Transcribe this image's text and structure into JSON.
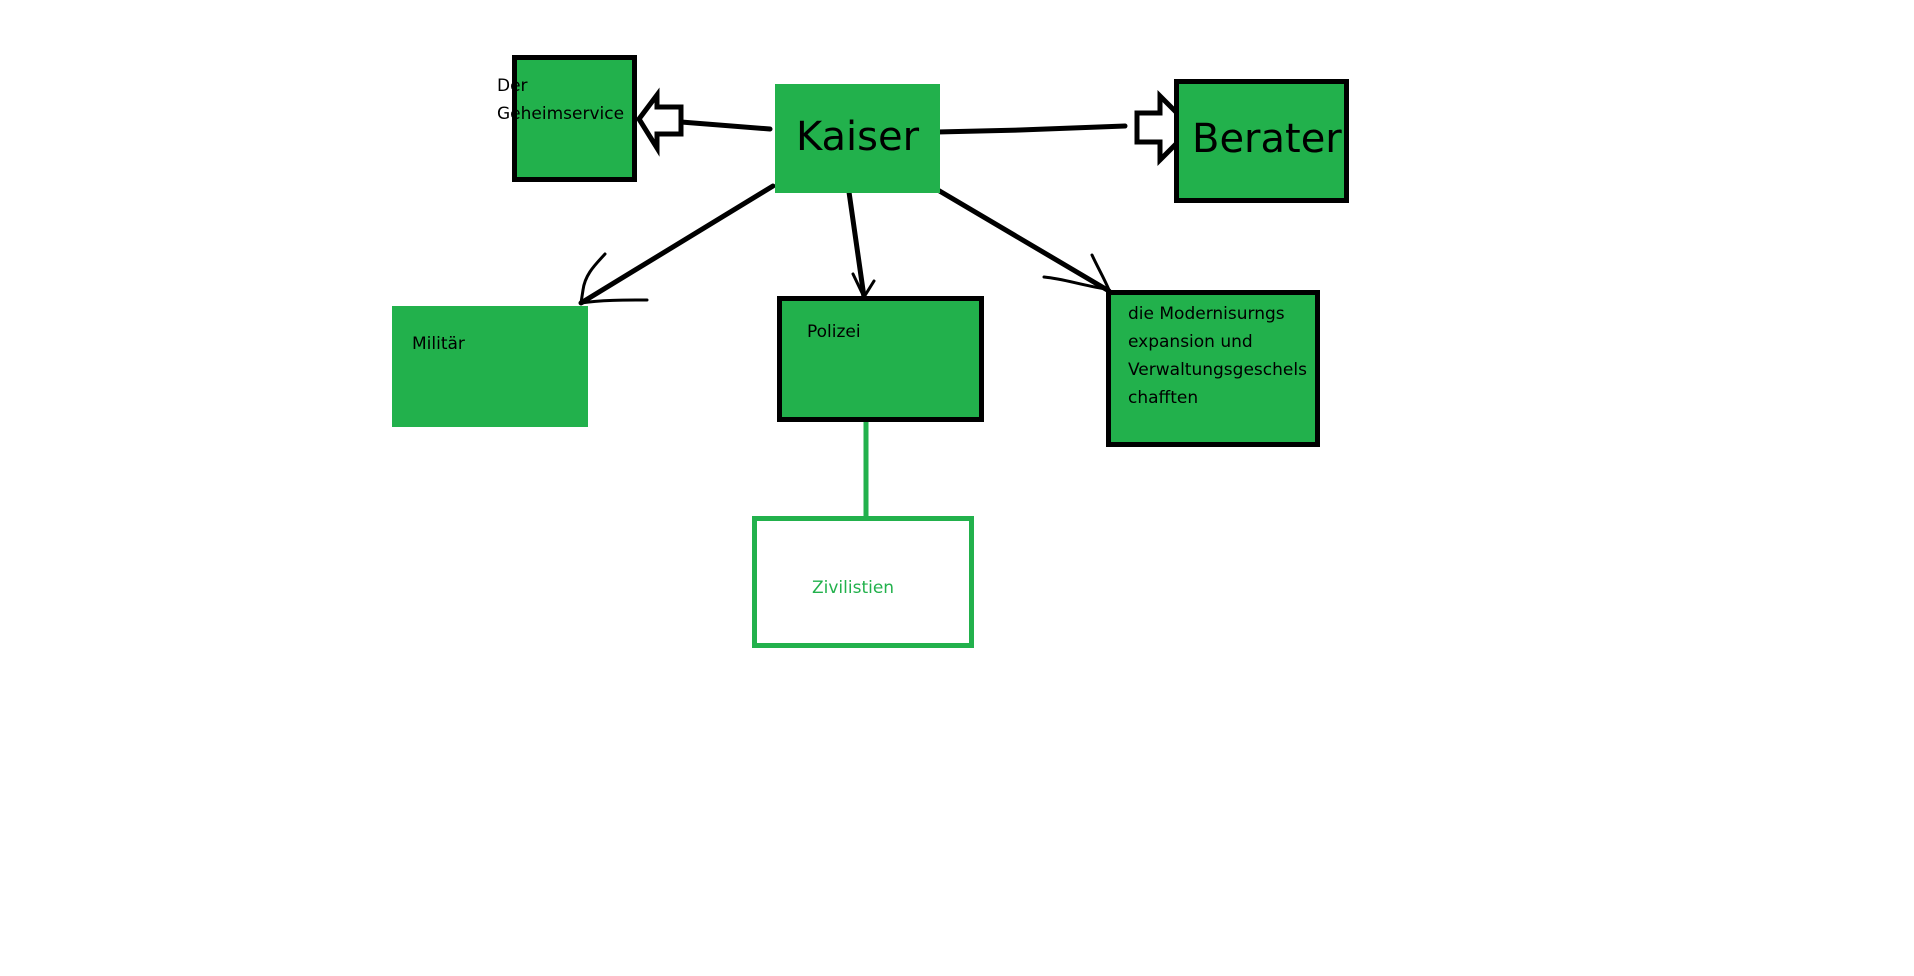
{
  "diagram": {
    "title": "Kaiser hierarchy diagram",
    "colors": {
      "box_fill": "#22b14c",
      "border": "#000000",
      "outline_green": "#22b14c",
      "background": "#ffffff"
    },
    "nodes": {
      "geheimservice": {
        "label_line1": "Der",
        "label_line2": "Geheimservice"
      },
      "kaiser": {
        "label": "Kaiser"
      },
      "berater": {
        "label": "Berater"
      },
      "militaer": {
        "label": "Militär"
      },
      "polizei": {
        "label": "Polizei"
      },
      "modernisierung": {
        "lines": [
          "die Modernisurngs",
          "expansion und",
          "Verwaltungsgeschels",
          "chafften"
        ]
      },
      "zivilisten": {
        "label": "Zivilistien"
      }
    },
    "edges": [
      {
        "from": "Kaiser",
        "to": "Der Geheimservice",
        "style": "block-arrow"
      },
      {
        "from": "Kaiser",
        "to": "Berater",
        "style": "block-arrow"
      },
      {
        "from": "Kaiser",
        "to": "Militär",
        "style": "line-arrow"
      },
      {
        "from": "Kaiser",
        "to": "Polizei",
        "style": "line-arrow"
      },
      {
        "from": "Kaiser",
        "to": "die Modernisurngs expansion und Verwaltungsgeschelschafften",
        "style": "line-arrow"
      },
      {
        "from": "Polizei",
        "to": "Zivilistien",
        "style": "green-line"
      }
    ]
  }
}
